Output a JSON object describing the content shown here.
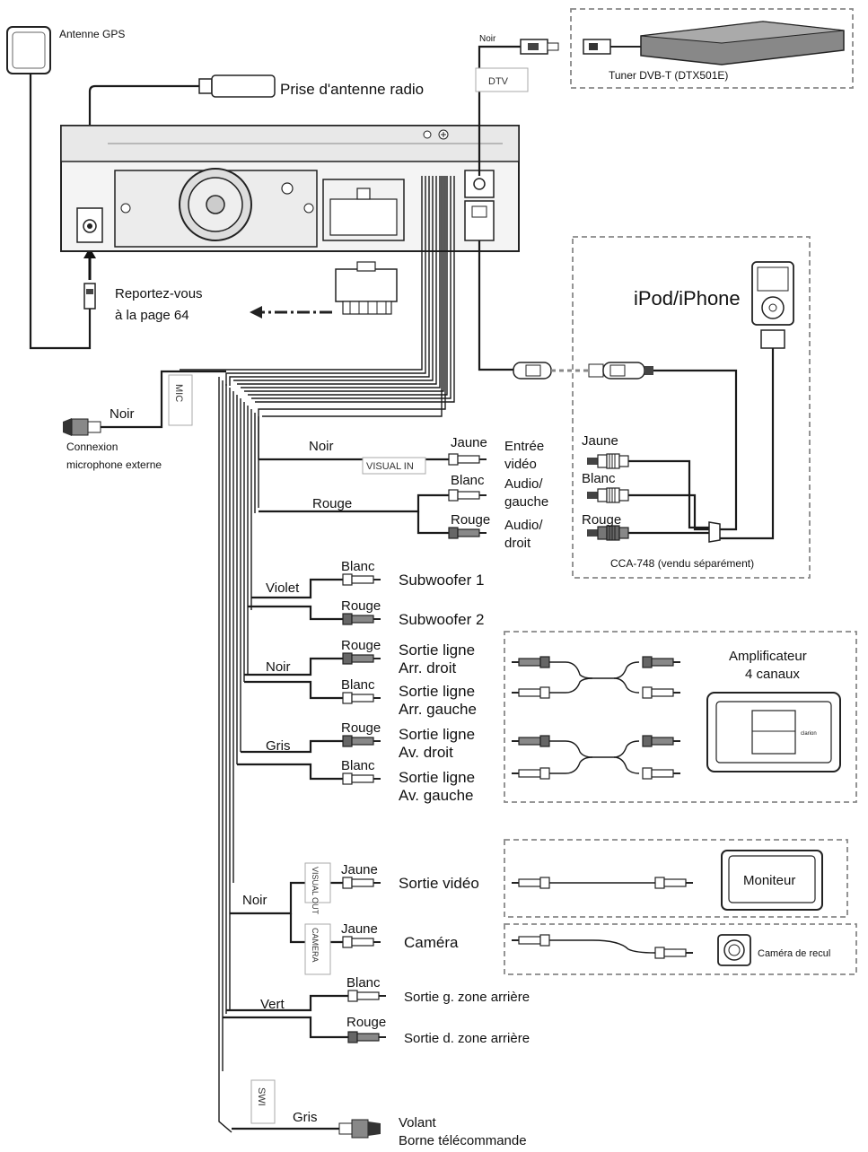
{
  "gps": {
    "label": "Antenne GPS"
  },
  "radio": {
    "label": "Prise d'antenne radio"
  },
  "dtv": {
    "wire_color": "Noir",
    "tag": "DTV",
    "tuner_label": "Tuner DVB-T (DTX501E)"
  },
  "reportez": {
    "line1": "Reportez-vous",
    "line2": "à la page 64"
  },
  "mic": {
    "tag": "MIC",
    "wire_color": "Noir",
    "label_line1": "Connexion",
    "label_line2": "microphone externe"
  },
  "ipod": {
    "label": "iPod/iPhone",
    "cable": "CCA-748 (vendu séparément)",
    "jaune": "Jaune",
    "blanc": "Blanc",
    "rouge": "Rouge"
  },
  "visual_in": {
    "wire_noir": "Noir",
    "tag": "VISUAL IN",
    "wire_rouge": "Rouge",
    "jaune": "Jaune",
    "blanc": "Blanc",
    "rouge": "Rouge",
    "entree_l1": "Entrée",
    "entree_l2": "vidéo",
    "ag_l1": "Audio/",
    "ag_l2": "gauche",
    "ad_l1": "Audio/",
    "ad_l2": "droit"
  },
  "sub": {
    "wire": "Violet",
    "blanc": "Blanc",
    "rouge": "Rouge",
    "sub1": "Subwoofer 1",
    "sub2": "Subwoofer 2"
  },
  "rear": {
    "wire": "Noir",
    "rouge": "Rouge",
    "blanc": "Blanc",
    "rd_l1": "Sortie ligne",
    "rd_l2": "Arr. droit",
    "rg_l1": "Sortie ligne",
    "rg_l2": "Arr. gauche"
  },
  "front": {
    "wire": "Gris",
    "rouge": "Rouge",
    "blanc": "Blanc",
    "fd_l1": "Sortie ligne",
    "fd_l2": "Av. droit",
    "fg_l1": "Sortie ligne",
    "fg_l2": "Av. gauche"
  },
  "amp": {
    "l1": "Amplificateur",
    "l2": "4 canaux",
    "brand": "clarion"
  },
  "visual_out": {
    "tag": "VISUAL OUT",
    "wire": "Noir",
    "jaune": "Jaune",
    "label": "Sortie vidéo",
    "monitor": "Moniteur"
  },
  "camera": {
    "tag": "CAMERA",
    "jaune": "Jaune",
    "label": "Caméra",
    "device": "Caméra de recul"
  },
  "zone": {
    "wire": "Vert",
    "blanc": "Blanc",
    "rouge": "Rouge",
    "g": "Sortie g. zone arrière",
    "d": "Sortie d. zone arrière"
  },
  "swi": {
    "tag": "SWI",
    "wire": "Gris",
    "l1": "Volant",
    "l2": "Borne télécommande"
  }
}
